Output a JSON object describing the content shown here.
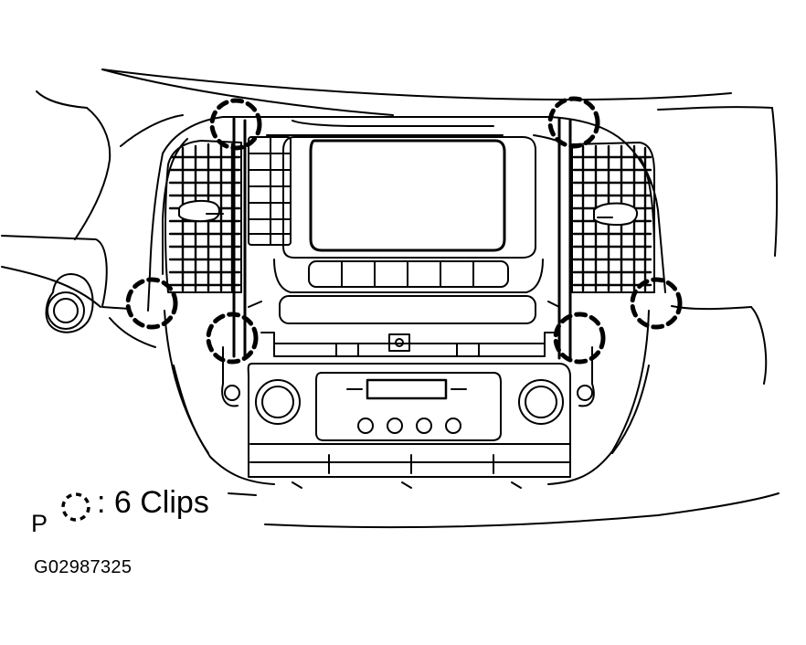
{
  "legend": {
    "symbol_letter": "P",
    "symbol_icon": "dashed-circle-icon",
    "text": ": 6 Clips"
  },
  "figure_code": "G02987325",
  "colors": {
    "line": "#000000",
    "background": "#ffffff"
  }
}
